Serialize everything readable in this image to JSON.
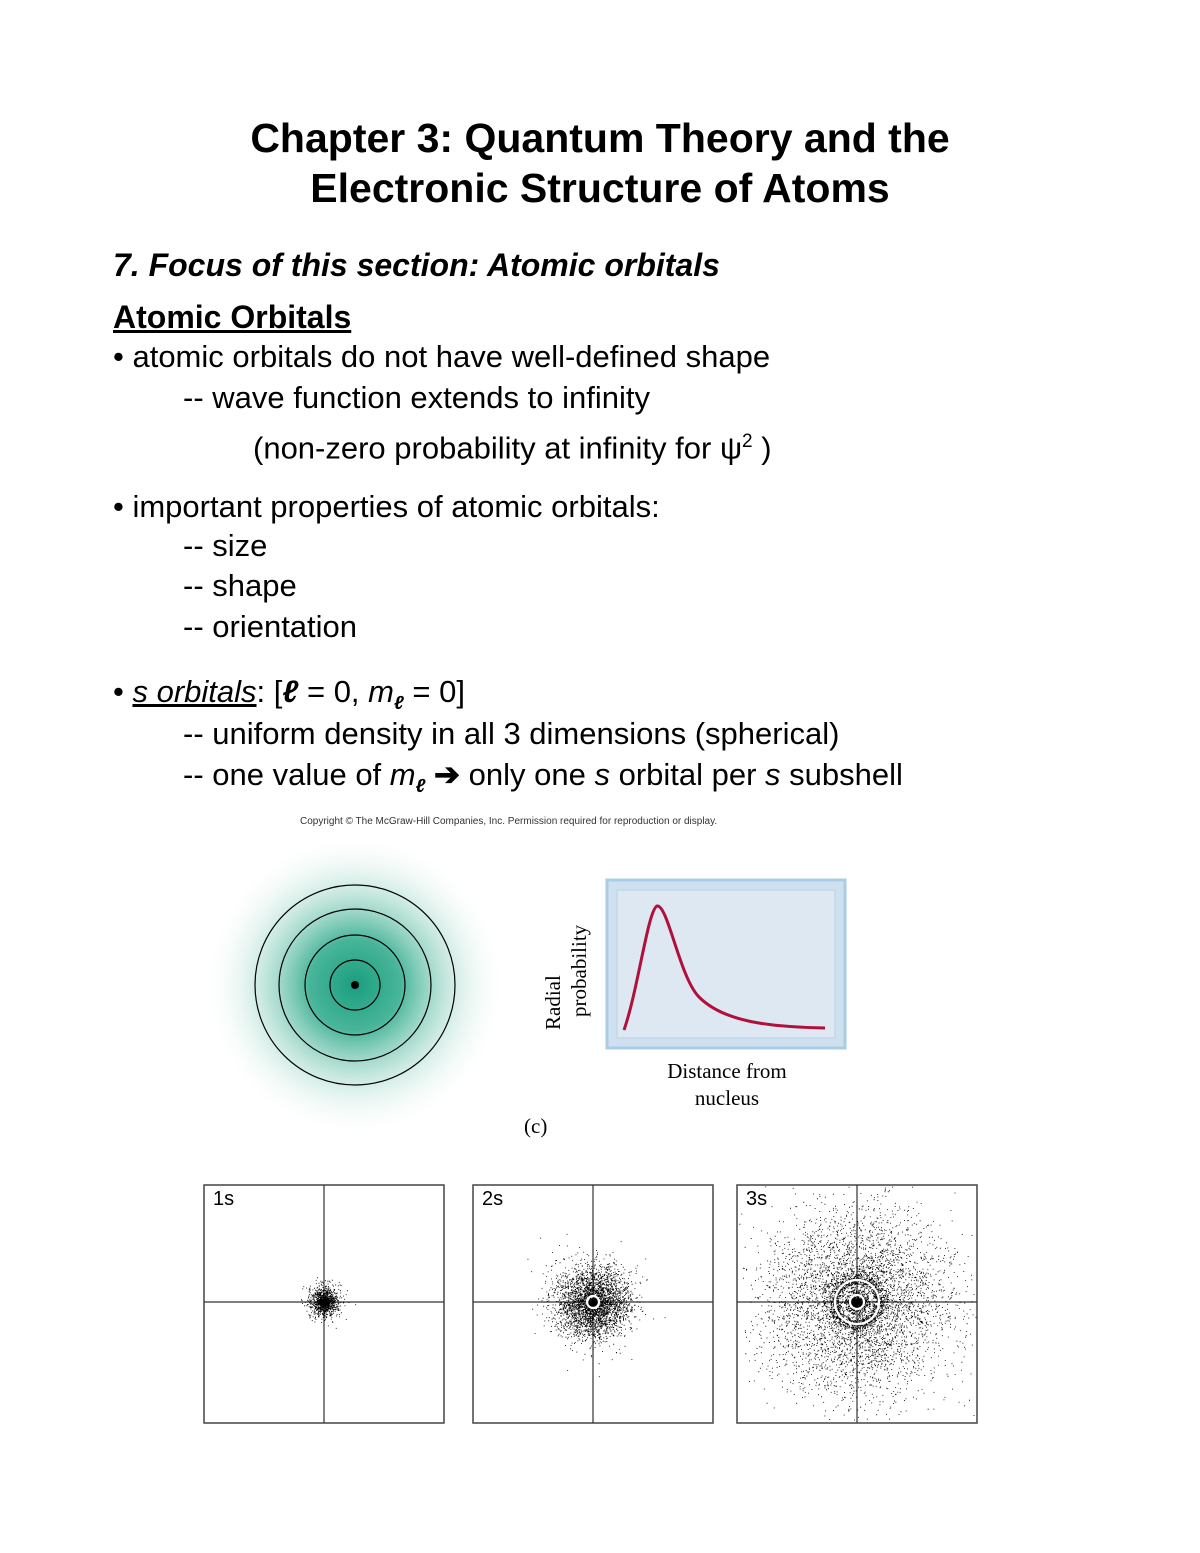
{
  "title": {
    "line1": "Chapter 3: Quantum Theory and the",
    "line2": "Electronic Structure of Atoms"
  },
  "section": "7. Focus of this section:  Atomic orbitals",
  "heading": "Atomic Orbitals",
  "bullets": {
    "b1": "• atomic orbitals do not have well-defined shape",
    "b1_sub1": "-- wave function extends to infinity",
    "b1_sub2_pre": "(non-zero probability at infinity for ψ",
    "b1_sub2_sup": "2",
    "b1_sub2_post": " )",
    "b2": "• important properties of atomic orbitals:",
    "b2_sub1": "-- size",
    "b2_sub2": "-- shape",
    "b2_sub3": "-- orientation",
    "b3_bullet": "• ",
    "b3_label": "s orbitals",
    "b3_colon": ":     [",
    "b3_ell": "ℓ",
    "b3_eq1": " = 0, ",
    "b3_m": "m",
    "b3_msub": "ℓ",
    "b3_eq2": " = 0]",
    "b3_sub1": "-- uniform density in all 3 dimensions (spherical)",
    "b3_sub2_pre": "-- one value of ",
    "b3_sub2_m": "m",
    "b3_sub2_msub": "ℓ",
    "b3_sub2_arrow": " ➔ ",
    "b3_sub2_mid": " only one ",
    "b3_sub2_s1": "s",
    "b3_sub2_mid2": " orbital per ",
    "b3_sub2_s2": "s",
    "b3_sub2_end": " subshell"
  },
  "figure": {
    "copyright": "Copyright © The McGraw-Hill Companies, Inc. Permission required for reproduction or display.",
    "ylabel_line1": "Radial",
    "ylabel_line2": "probability",
    "xlabel_line1": "Distance from",
    "xlabel_line2": "nucleus",
    "caption": "(c)",
    "colors": {
      "orbital": "#1fa383",
      "curve": "#b0103a",
      "frame": "#a9cde6",
      "plot_bg": "#dde8f3"
    }
  },
  "density_plots": [
    {
      "label": "1s"
    },
    {
      "label": "2s"
    },
    {
      "label": "3s"
    }
  ]
}
